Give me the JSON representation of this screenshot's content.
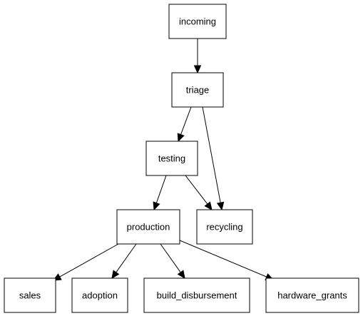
{
  "nodes": {
    "incoming": "incoming",
    "triage": "triage",
    "testing": "testing",
    "production": "production",
    "recycling": "recycling",
    "sales": "sales",
    "adoption": "adoption",
    "build_disbursement": "build_disbursement",
    "hardware_grants": "hardware_grants"
  },
  "edges": [
    {
      "from": "incoming",
      "to": "triage"
    },
    {
      "from": "triage",
      "to": "testing"
    },
    {
      "from": "triage",
      "to": "recycling"
    },
    {
      "from": "testing",
      "to": "production"
    },
    {
      "from": "testing",
      "to": "recycling"
    },
    {
      "from": "production",
      "to": "sales"
    },
    {
      "from": "production",
      "to": "adoption"
    },
    {
      "from": "production",
      "to": "build_disbursement"
    },
    {
      "from": "production",
      "to": "hardware_grants"
    }
  ]
}
